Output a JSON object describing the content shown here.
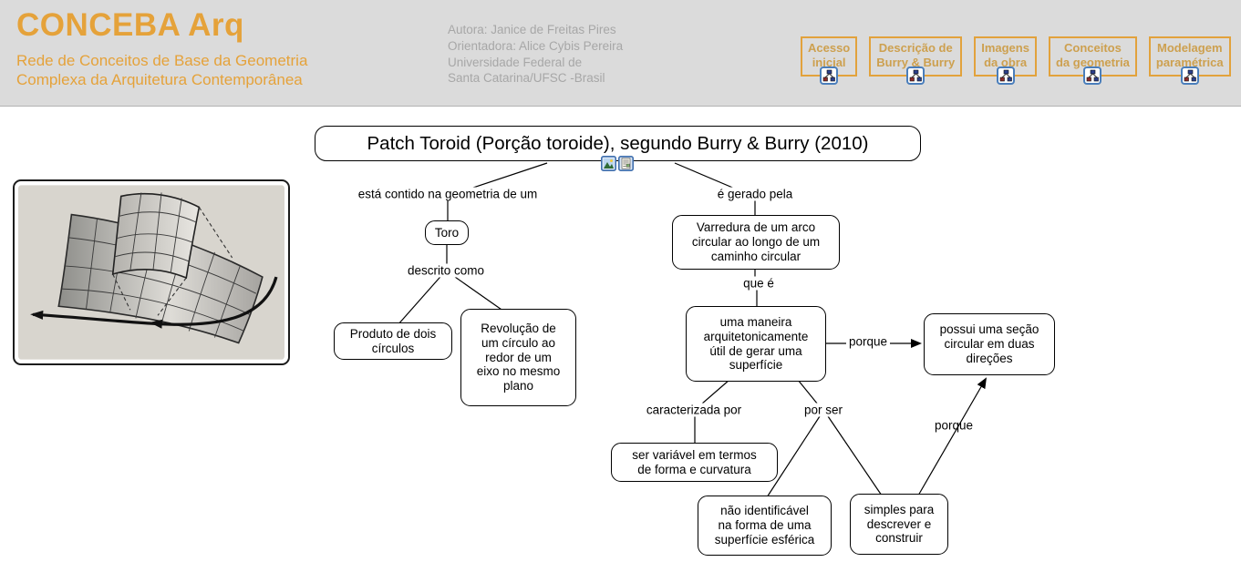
{
  "header": {
    "logo": {
      "title": "CONCEBA Arq",
      "subtitle": "Rede de Conceitos de Base da Geometria\nComplexa da Arquitetura Contemporânea"
    },
    "credits": [
      "Autora: Janice de Freitas Pires",
      "Orientadora: Alice Cybis Pereira",
      "Universidade Federal de",
      "Santa Catarina/UFSC -Brasil"
    ],
    "nav_buttons": [
      "Acesso\ninicial",
      "Descrição de\nBurry & Burry",
      "Imagens\nda obra",
      "Conceitos\nda geometria",
      "Modelagem\nparamétrica"
    ],
    "nav_icon": "cmap-icon"
  },
  "map": {
    "title": "Patch Toroid (Porção toroide), segundo Burry & Burry (2010)",
    "title_icons": [
      "image-icon",
      "article-icon"
    ],
    "nodes": {
      "toro": "Toro",
      "produto": "Produto de dois\ncírculos",
      "revolucao": "Revolução de\num círculo ao\nredor de um\neixo no mesmo\nplano",
      "varredura": "Varredura de um arco\ncircular ao longo de um\ncaminho circular",
      "maneira": "uma maneira\narquitetonicamente\nútil de gerar uma\nsuperfície",
      "possui": "possui uma seção\ncircular em duas\ndireções",
      "servariavel": "ser variável em termos\nde forma e curvatura",
      "naoidentificavel": "não identificável\nna forma de uma\nsuperfície esférica",
      "simples": "simples para\ndescrever e\nconstruir"
    },
    "links": {
      "esta_contido": "está contido na geometria de um",
      "descrito_como": "descrito como",
      "e_gerado_pela": "é gerado pela",
      "que_e": "que é",
      "porque_right": "porque",
      "caracterizada_por": "caracterizada por",
      "por_ser": "por ser",
      "porque_up": "porque"
    }
  },
  "figure": {
    "description": "toroid patch — gridded curved surface segment swept along a circular path"
  },
  "colors": {
    "accent_orange": "#e2a23c",
    "header_bg": "#dbdbdb",
    "credits_gray": "#a7a7a7",
    "icon_blue": "#3f6fae",
    "line_black": "#000000"
  }
}
